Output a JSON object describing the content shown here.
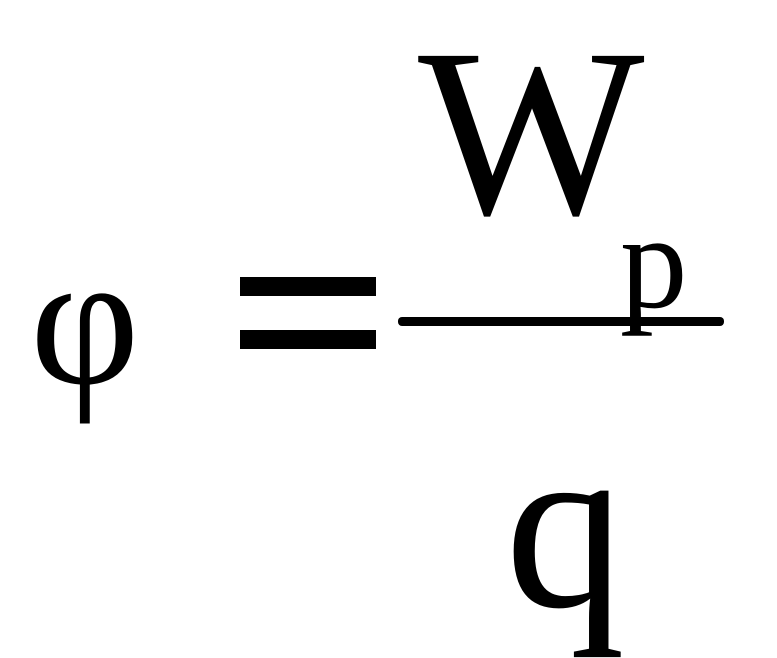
{
  "formula": {
    "lhs": "φ",
    "equals": "=",
    "numerator": "W",
    "numerator_subscript": "p",
    "denominator": "q"
  }
}
